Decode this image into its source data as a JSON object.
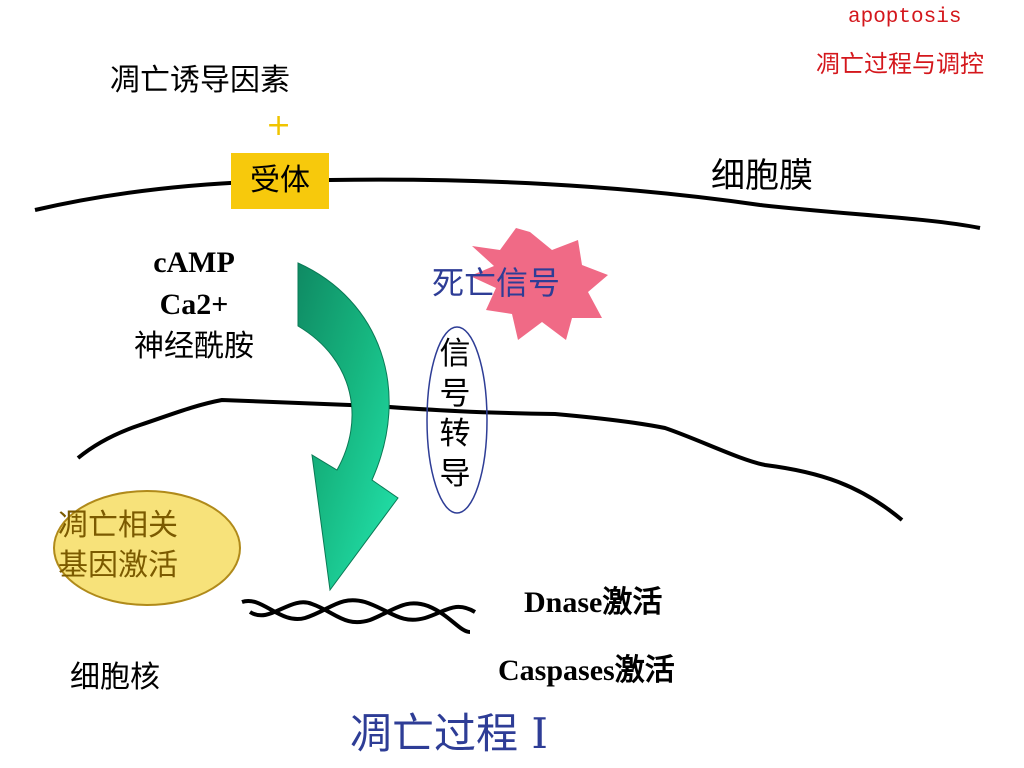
{
  "corner": {
    "english_term": "apoptosis",
    "chinese_title": "凋亡过程与调控"
  },
  "labels": {
    "inducer": "凋亡诱导因素",
    "plus": "+",
    "receptor": "受体",
    "cell_membrane": "细胞膜",
    "second_messengers": [
      "cAMP",
      "Ca2+",
      "神经酰胺"
    ],
    "death_signal": "死亡信号",
    "signal_transduction": "信号转导",
    "gene_activation_line1": "凋亡相关",
    "gene_activation_line2": "基因激活",
    "dnase": "Dnase激活",
    "caspases": "Caspases激活",
    "nucleus": "细胞核"
  },
  "title": "凋亡过程 I",
  "colors": {
    "corner_text": "#d4171c",
    "title": "#2e3d96",
    "receptor_fill": "#f7c90c",
    "gene_ellipse_fill": "#f7e27a",
    "arrow_light": "#1fe3a8",
    "arrow_dark": "#0f8a63",
    "star_fill": "#f06a86",
    "plus": "#f0c400"
  },
  "icons": [
    "curved-arrow",
    "starburst",
    "dna-double-helix"
  ]
}
